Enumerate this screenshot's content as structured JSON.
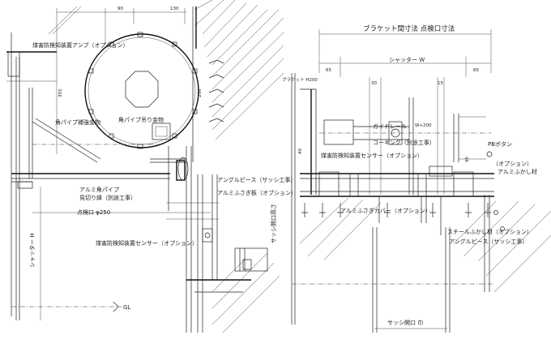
{
  "left_view": {
    "labels": {
      "amp": "煤害防検知装置アンプ（オプション）",
      "pipe_bracket": "角パイプ補強金物",
      "pipe_hanger": "角パイプ吊り金物",
      "angle_piece": "アングルピース（サッシ工事）",
      "alu_pipe": "アルミ角パイプ",
      "kenkiri": "見切り縁（別途工事）",
      "alu_cover": "アルミふさぎ板（オプション）",
      "opening_dim": "点検口 φ250",
      "sensor": "煤害防検知装置センサー（オプション）",
      "shutter_h": "シャッター H",
      "sash_opening_h": "サッシ開口高さ",
      "gl": "GL"
    },
    "dims": {
      "d1": "90",
      "d2": "130",
      "d3": "355",
      "d4": "250"
    }
  },
  "right_view": {
    "labels": {
      "bracket_dims": "ブラケット間寸法 点検口寸法",
      "shutter_w": "シャッター W",
      "bracket_h": "ブラケット H200",
      "guide_rail": "ガイドレール",
      "caulking": "コーキング（別途工事）",
      "sensor": "煤害防検知装置センサー（オプション）",
      "push_button": "PBボタン",
      "option": "（オプション）",
      "alu_cover_post": "アルミふかし材",
      "alu_cover_bar": "アルミふさぎカバー（オプション）",
      "steel_post": "スチールふかし材（オプション）",
      "angle_piece": "アングルピース（サッシ工事）",
      "sash_opening_w": "サッシ開口 巾"
    },
    "dims": {
      "d1": "65",
      "d2": "65",
      "d3": "30",
      "d4": "15",
      "d5": "40",
      "d6": "W+200",
      "d7": "95"
    }
  }
}
